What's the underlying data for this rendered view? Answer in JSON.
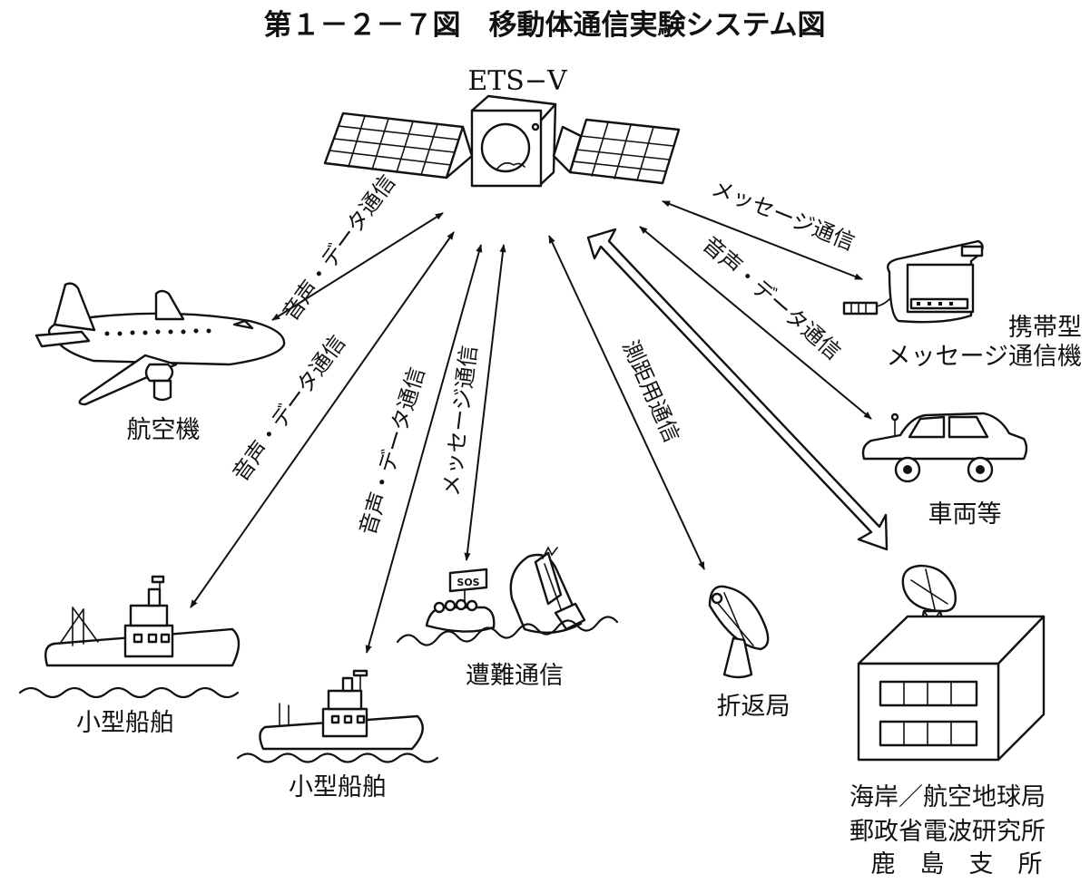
{
  "title": "第１－２－７図　移動体通信実験システム図",
  "satellite": {
    "label": "ETS−V"
  },
  "nodes": {
    "aircraft": "航空機",
    "small_ship_left": "小型船舶",
    "small_ship_center": "小型船舶",
    "distress": "遭難通信",
    "relay_station": "折返局",
    "portable_terminal": [
      "携帯型",
      "メッセージ通信機"
    ],
    "vehicle": "車両等",
    "ground_station": [
      "海岸／航空地球局",
      "郵政省電波研究所",
      "鹿　島　支　所"
    ]
  },
  "links": {
    "aircraft": "音声・データ通信",
    "ship_left": "音声・データ通信",
    "ship_center": "音声・データ通信",
    "distress": "メッセージ通信",
    "ranging": "測距用通信",
    "portable": "メッセージ通信",
    "vehicle": "音声・データ通信"
  },
  "distress_flag": "SOS"
}
